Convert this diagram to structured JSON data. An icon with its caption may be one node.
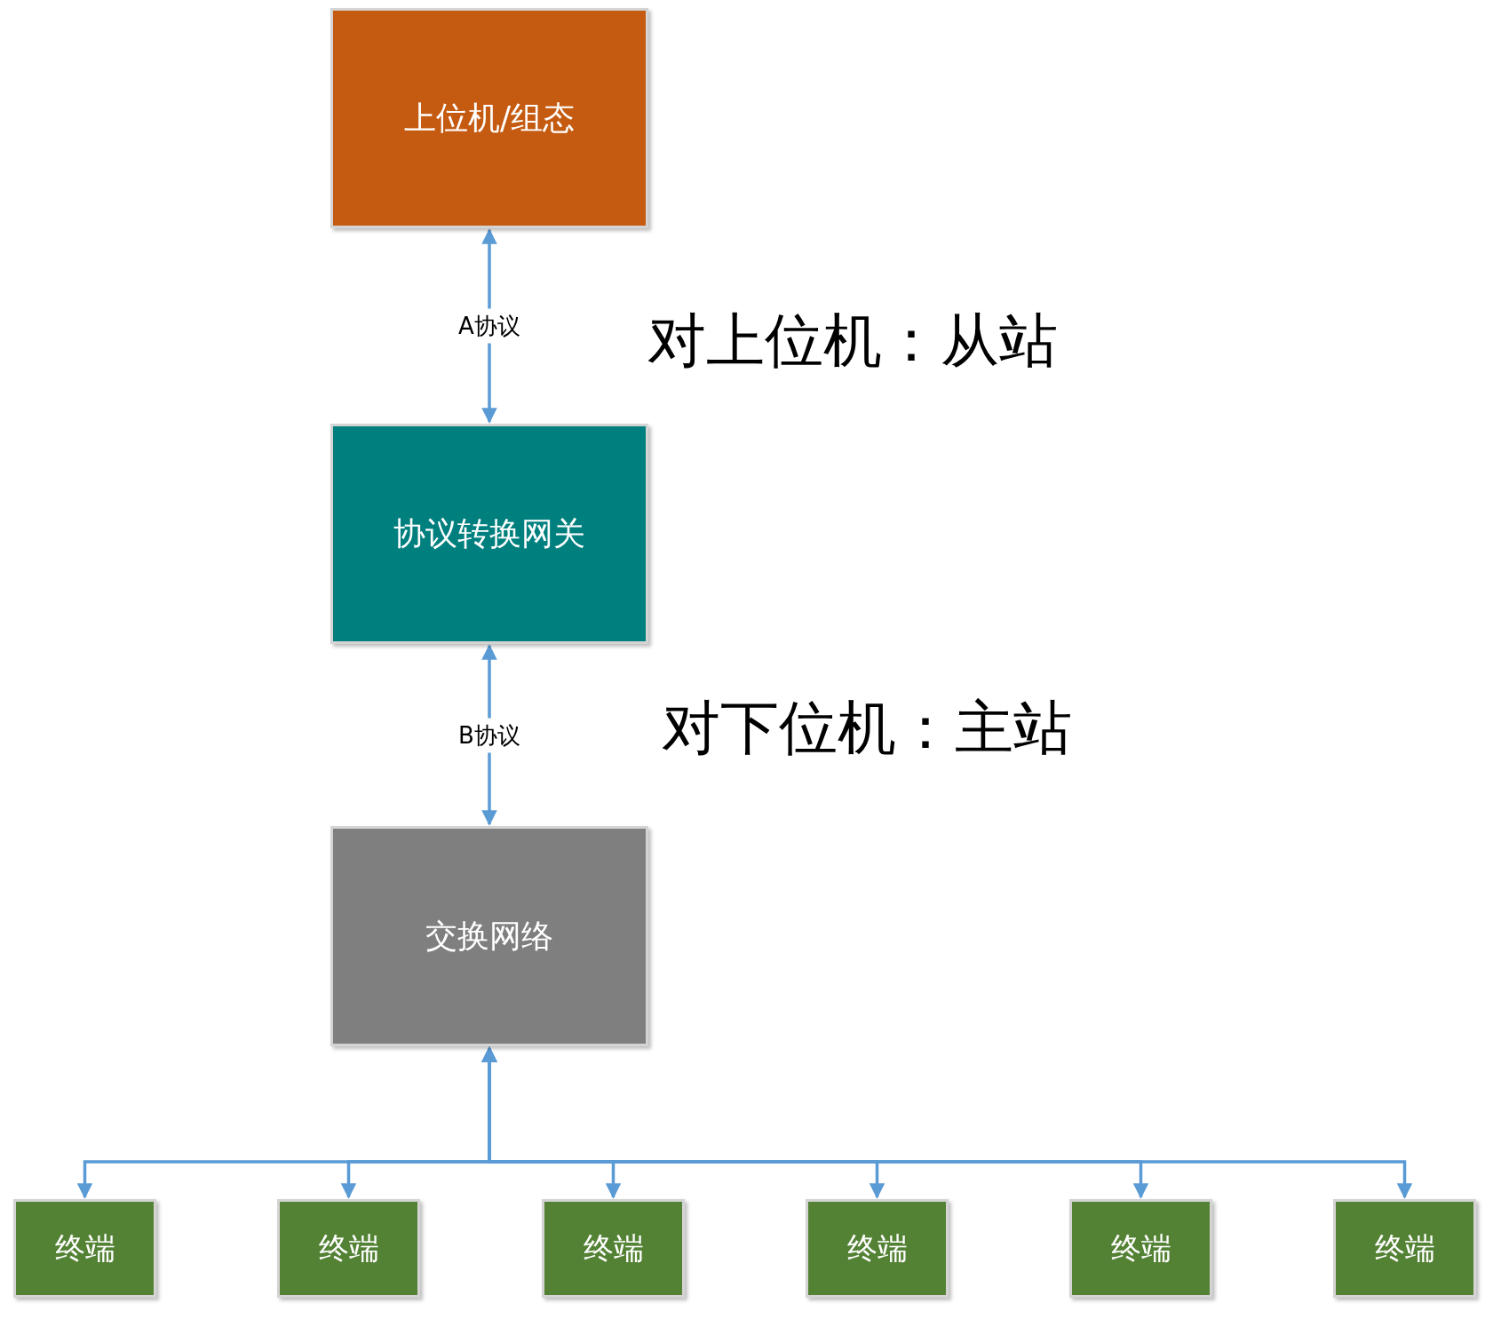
{
  "diagram": {
    "nodes": [
      {
        "text": [
          "上位机/组态"
        ]
      },
      {
        "text": [
          "协议转换网关"
        ]
      },
      {
        "text": [
          "交换网络"
        ]
      },
      {
        "text": [
          "终端"
        ]
      },
      {
        "text": [
          "终端"
        ]
      },
      {
        "text": [
          "终端"
        ]
      },
      {
        "text": [
          "终端"
        ]
      },
      {
        "text": [
          "终端"
        ]
      },
      {
        "text": [
          "终端"
        ]
      }
    ],
    "edges": [
      {
        "from": 0,
        "to": 1,
        "arrow": "both",
        "label": "A协议"
      },
      {
        "from": 1,
        "to": 2,
        "arrow": "both",
        "label": "B协议"
      },
      {
        "from": 2,
        "to": 3,
        "arrow": "both"
      },
      {
        "from": 2,
        "to": 4,
        "arrow": "both"
      },
      {
        "from": 2,
        "to": 5,
        "arrow": "both"
      },
      {
        "from": 2,
        "to": 6,
        "arrow": "both"
      },
      {
        "from": 2,
        "to": 7,
        "arrow": "both"
      },
      {
        "from": 2,
        "to": 8,
        "arrow": "both"
      }
    ],
    "labels": [
      "对上位机：从站",
      "对下位机：主站"
    ]
  }
}
